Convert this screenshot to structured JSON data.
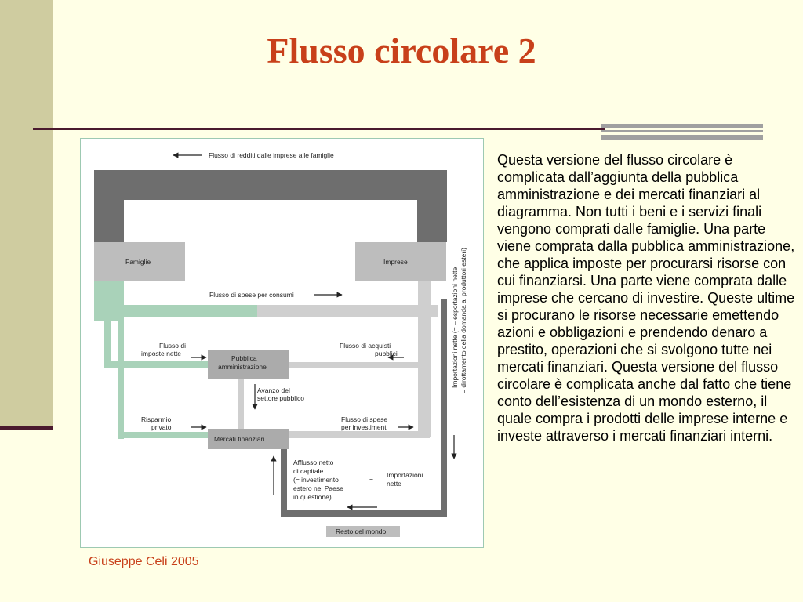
{
  "slide": {
    "title": "Flusso circolare 2",
    "footer": "Giuseppe Celi  2005",
    "body": "Questa versione del flusso circolare è complicata dall’aggiunta della pubblica amministrazione e dei mercati finanziari al diagramma. Non tutti i beni e i servizi finali vengono comprati dalle famiglie. Una parte viene comprata dalla pubblica amministrazione, che applica imposte per procurarsi risorse con cui finanziarsi. Una parte viene comprata dalle imprese che cercano di investire. Queste ultime si procurano le risorse necessarie emettendo azioni e obbligazioni e prendendo denaro a prestito, operazioni che si svolgono tutte nei mercati finanziari. Questa versione del flusso circolare è complicata anche dal fatto che tiene conto dell’esistenza di un mondo esterno, il quale compra i prodotti delle imprese interne e investe attraverso i mercati finanziari interni."
  },
  "diagram": {
    "top_flow": "Flusso di redditi dalle imprese alle famiglie",
    "famiglie": "Famiglie",
    "imprese": "Imprese",
    "consumption_flow": "Flusso di spese per consumi",
    "taxes_flow": [
      "Flusso di",
      "imposte nette"
    ],
    "government": [
      "Pubblica",
      "amministrazione"
    ],
    "gov_purchases": [
      "Flusso di acquisti",
      "pubblici"
    ],
    "gov_surplus": [
      "Avanzo del",
      "settore pubblico"
    ],
    "private_saving": [
      "Risparmio",
      "privato"
    ],
    "financial_markets": "Mercati finanziari",
    "investment_flow": [
      "Flusso di spese",
      "per investimenti"
    ],
    "capital_inflow": [
      "Afflusso netto",
      "di capitale",
      "(= investimento",
      "estero nel Paese",
      "in questione)"
    ],
    "equals": "=",
    "net_imports": [
      "Importazioni",
      "nette"
    ],
    "vertical_note": [
      "Importazioni nette (= – esportazioni nette",
      "= dirottamento della domanda ai produttori esteri)"
    ],
    "rest_of_world": "Resto del mondo"
  }
}
